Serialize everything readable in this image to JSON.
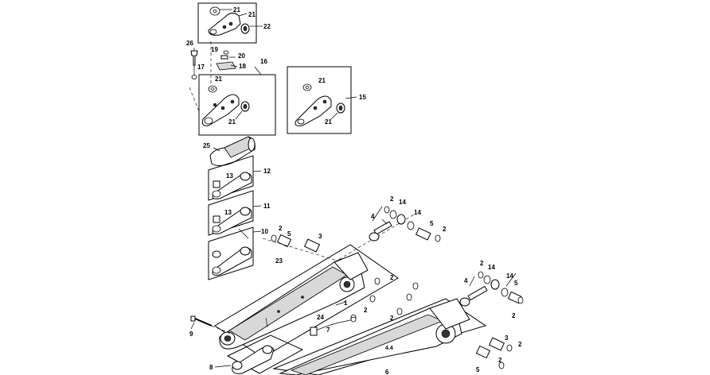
{
  "callouts": {
    "c21a": "21",
    "c21b": "21",
    "c22": "22",
    "c26": "26",
    "c19": "19",
    "c20": "20",
    "c17": "17",
    "c18": "18",
    "c16": "16",
    "c21c": "21",
    "c21d": "21",
    "c21e": "21",
    "c15": "15",
    "c21f": "21",
    "c25": "25",
    "c13a": "13",
    "c12": "12",
    "c11": "11",
    "c13b": "13",
    "c10": "10",
    "c2a": "2",
    "c14a": "14",
    "c4a": "4",
    "c14b": "14",
    "c5a": "5",
    "c2b": "2",
    "c2c": "2",
    "c5b": "5",
    "c3a": "3",
    "c23": "23",
    "c2d": "2",
    "c14c": "14",
    "c4b": "4",
    "c14d": "14",
    "c5c": "5",
    "c1": "1",
    "c2e": "2",
    "c2f": "2",
    "c2g": "2",
    "c2h": "2",
    "c9": "9",
    "c24": "24",
    "c7": "7",
    "c3b": "3",
    "c2i": "2",
    "c5d": "5",
    "c2j": "2",
    "c8": "8",
    "c6": "6"
  }
}
